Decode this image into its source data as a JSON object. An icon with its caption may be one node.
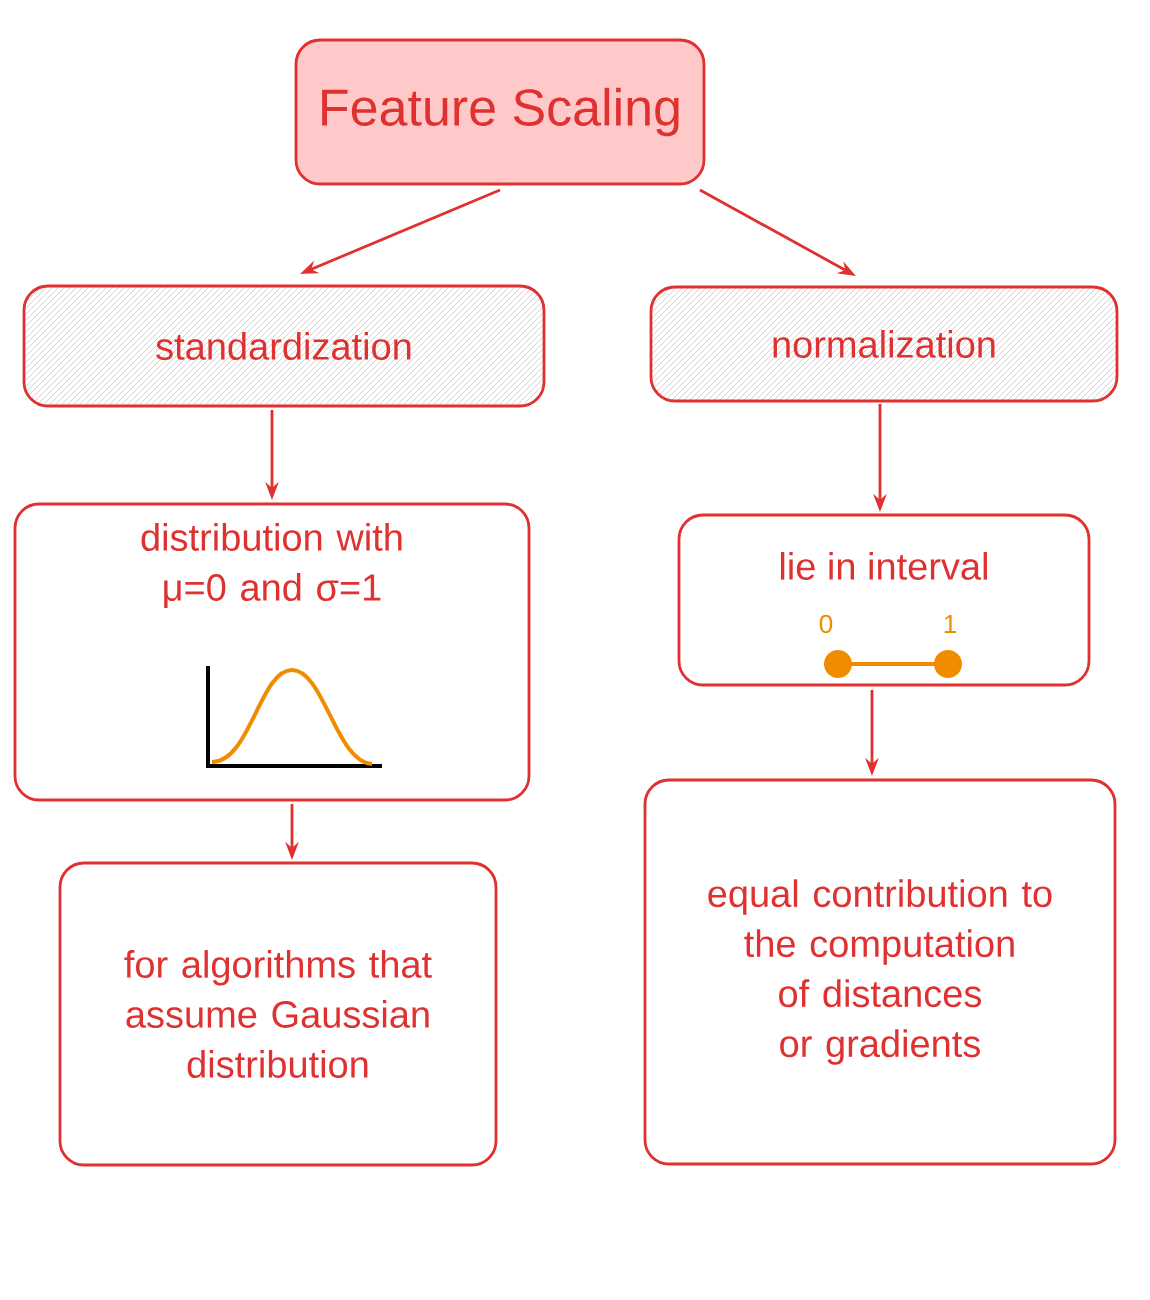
{
  "diagram": {
    "nodes": [
      {
        "text": [
          "Feature Scaling"
        ]
      },
      {
        "text": [
          "standardization"
        ]
      },
      {
        "text": [
          "normalization"
        ]
      },
      {
        "text": [
          "distribution with μ=0 and σ=1"
        ]
      },
      {
        "text": [
          "lie in interval",
          "0",
          "1"
        ]
      },
      {
        "text": [
          "for algorithms that assume Gaussian distribution"
        ]
      },
      {
        "text": [
          "equal contribution to the computation of distances or gradients"
        ]
      }
    ],
    "edges": [
      {
        "from": 0,
        "to": 1,
        "arrow": "to"
      },
      {
        "from": 0,
        "to": 2,
        "arrow": "to"
      },
      {
        "from": 1,
        "to": 3,
        "arrow": "to"
      },
      {
        "from": 2,
        "to": 4,
        "arrow": "to"
      },
      {
        "from": 3,
        "to": 5,
        "arrow": "to"
      },
      {
        "from": 4,
        "to": 6,
        "arrow": "to"
      }
    ]
  }
}
